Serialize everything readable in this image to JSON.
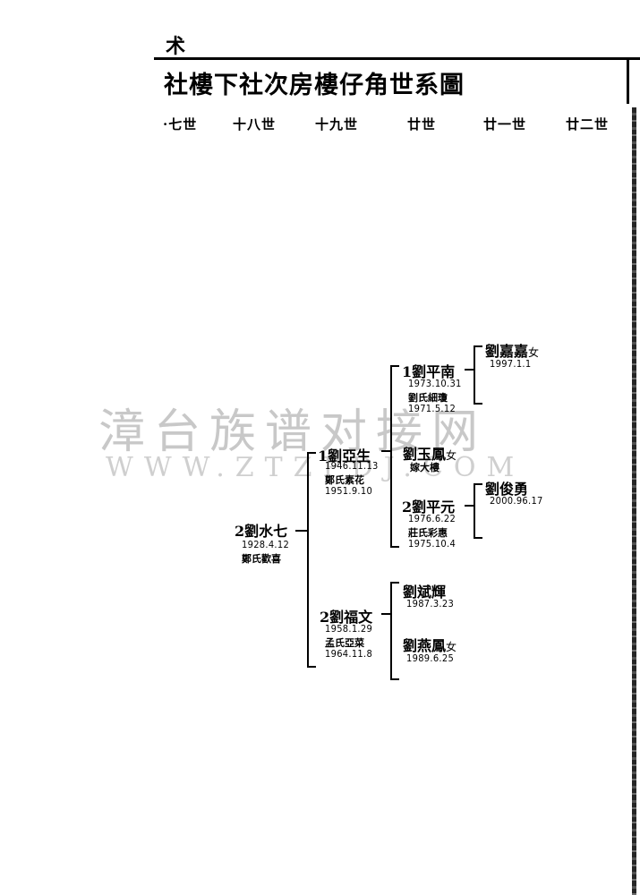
{
  "header": {
    "corner_mark": "术",
    "title": "社樓下社次房樓仔角世系圖"
  },
  "generations": [
    "·七世",
    "十八世",
    "十九世",
    "廿世",
    "廿一世",
    "廿二世"
  ],
  "watermark": {
    "cn": "漳台族谱对接网",
    "url": "WWW.ZTZPDJ.COM"
  },
  "tree": {
    "root": {
      "name": "2劉水七",
      "dates": [
        "1928.4.12"
      ],
      "spouse": "鄭氏歡喜"
    },
    "c1": {
      "name": "1劉亞生",
      "dates": [
        "1946.11.13",
        "1951.9.10"
      ],
      "spouse": "鄭氏素花"
    },
    "c2": {
      "name": "2劉福文",
      "dates": [
        "1958.1.29",
        "1964.11.8"
      ],
      "spouse": "孟氏亞菜"
    },
    "g1": {
      "name": "1劉平南",
      "dates": [
        "1973.10.31",
        "1971.5.12"
      ],
      "spouse": "劉氏細瓊"
    },
    "g2": {
      "name": "劉玉鳳",
      "suffix": "女",
      "note": "嫁大樓"
    },
    "g3": {
      "name": "2劉平元",
      "dates": [
        "1976.6.22",
        "1975.10.4"
      ],
      "spouse": "莊氏彩惠"
    },
    "g4": {
      "name": "劉斌輝",
      "dates": [
        "1987.3.23"
      ]
    },
    "g5": {
      "name": "劉燕鳳",
      "suffix": "女",
      "dates": [
        "1989.6.25"
      ]
    },
    "gg1": {
      "name": "劉嘉嘉",
      "suffix": "女",
      "dates": [
        "1997.1.1"
      ]
    },
    "gg2": {
      "name": "劉俊勇",
      "dates": [
        "2000.96.17"
      ]
    }
  }
}
